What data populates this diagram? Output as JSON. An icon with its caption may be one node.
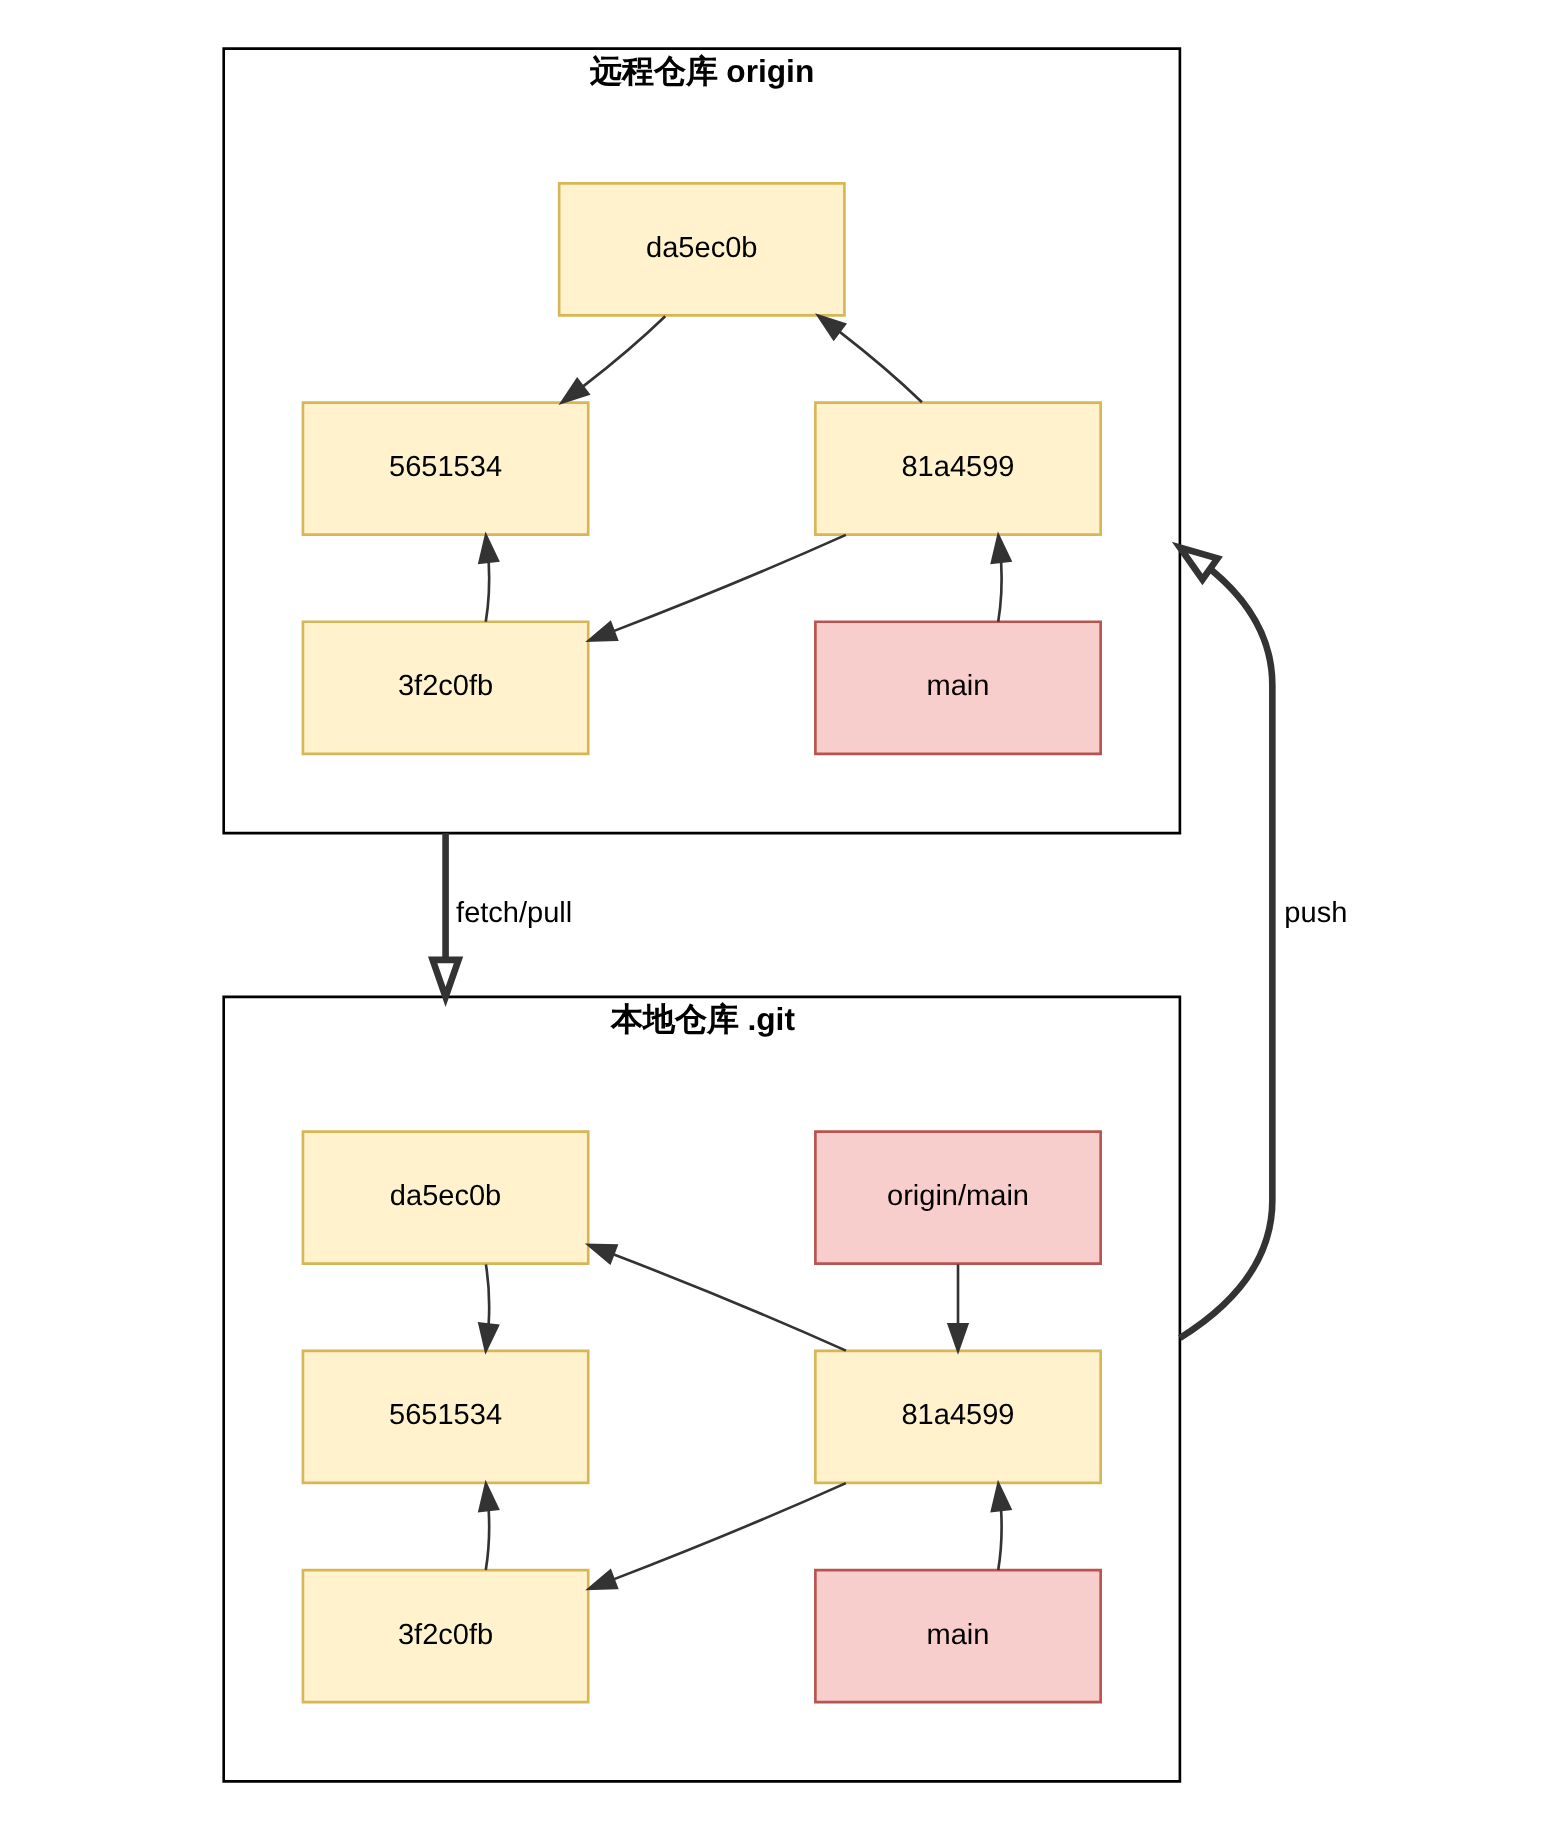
{
  "diagram": {
    "nodes": [
      {
        "text": [
          "远程仓库 origin"
        ]
      },
      {
        "text": [
          "5651534"
        ],
        "in": 0
      },
      {
        "text": [
          "da5ec0b"
        ],
        "in": 0
      },
      {
        "text": [
          "3f2c0fb"
        ],
        "in": 0
      },
      {
        "text": [
          "81a4599"
        ],
        "in": 0
      },
      {
        "text": [
          "main"
        ],
        "in": 0
      },
      {
        "text": [
          "本地仓库 .git"
        ]
      },
      {
        "text": [
          "origin/main"
        ],
        "in": 6
      },
      {
        "text": [
          "5651534"
        ],
        "in": 6
      },
      {
        "text": [
          "da5ec0b"
        ],
        "in": 6
      },
      {
        "text": [
          "3f2c0fb"
        ],
        "in": 6
      },
      {
        "text": [
          "81a4599"
        ],
        "in": 6
      },
      {
        "text": [
          "main"
        ],
        "in": 6
      }
    ],
    "edges": [
      {
        "from": 2,
        "to": 1,
        "arrow": "to"
      },
      {
        "from": 4,
        "to": 2,
        "arrow": "to"
      },
      {
        "from": 3,
        "to": 1,
        "arrow": "to"
      },
      {
        "from": 4,
        "to": 3,
        "arrow": "to"
      },
      {
        "from": 5,
        "to": 4,
        "arrow": "to"
      },
      {
        "from": 0,
        "to": 6,
        "arrow": "to",
        "label": "fetch/pull",
        "style": "thick"
      },
      {
        "from": 6,
        "to": 0,
        "arrow": "to",
        "label": "push",
        "style": "thick"
      },
      {
        "from": 7,
        "to": 11,
        "arrow": "to"
      },
      {
        "from": 9,
        "to": 8,
        "arrow": "to"
      },
      {
        "from": 11,
        "to": 9,
        "arrow": "to"
      },
      {
        "from": 10,
        "to": 8,
        "arrow": "to"
      },
      {
        "from": 11,
        "to": 10,
        "arrow": "to"
      },
      {
        "from": 12,
        "to": 11,
        "arrow": "to"
      }
    ]
  }
}
